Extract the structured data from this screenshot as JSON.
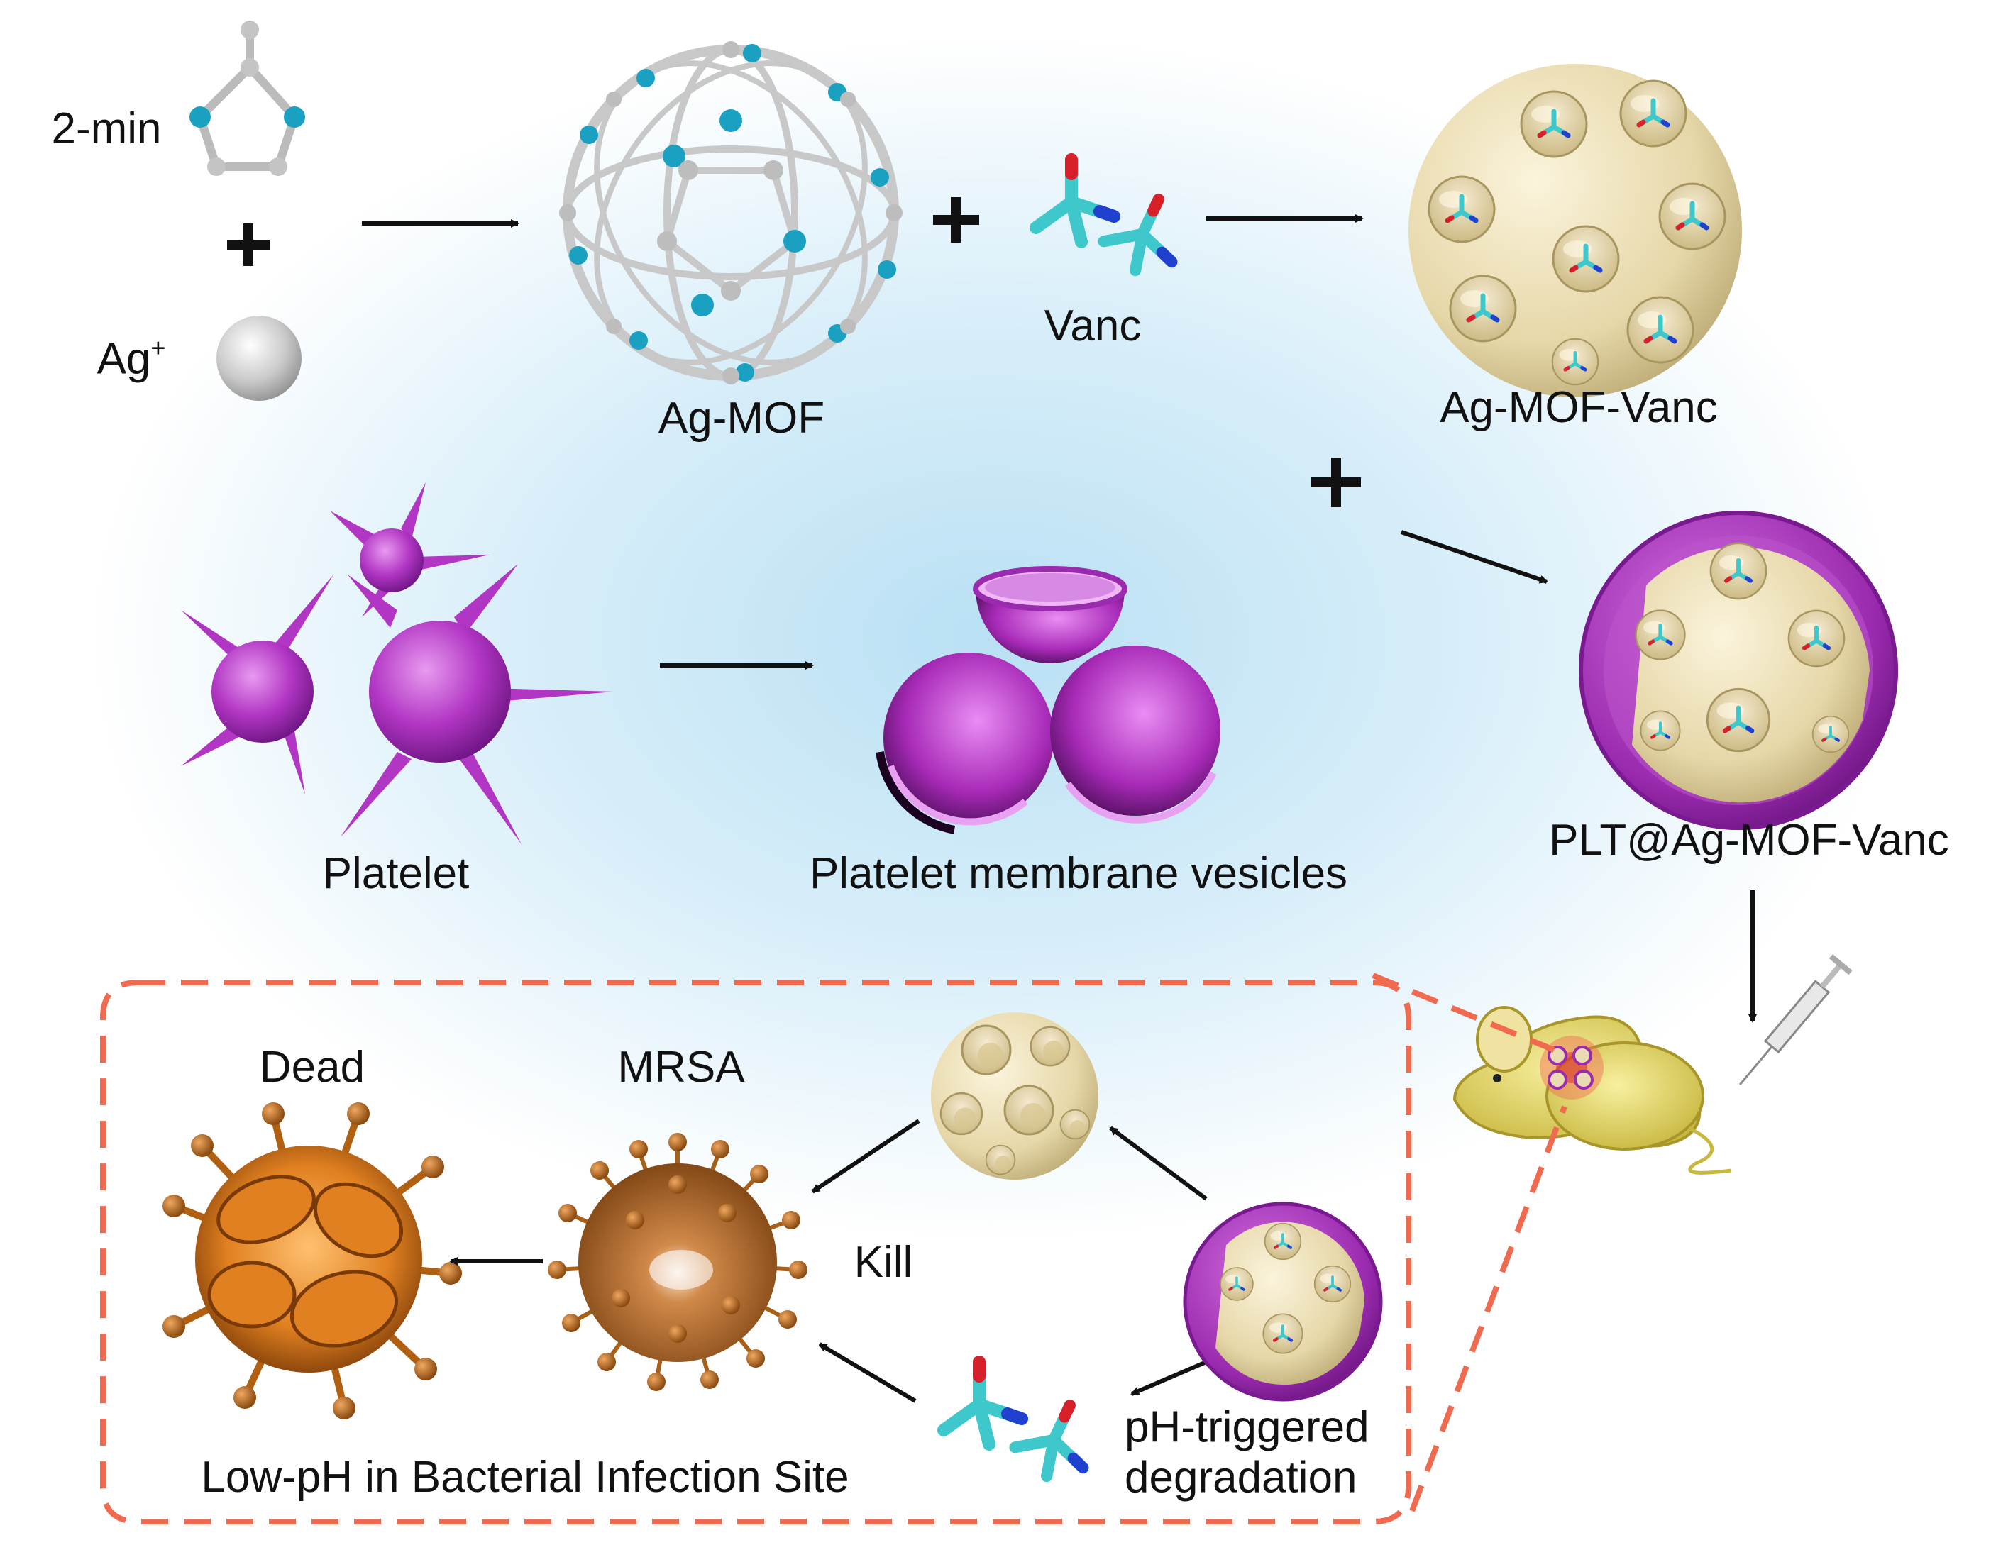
{
  "labels": {
    "linker": "2-min",
    "ag_ion": "Ag",
    "ag_ion_charge": "+",
    "ag_mof": "Ag-MOF",
    "vanc": "Vanc",
    "ag_mof_vanc": "Ag-MOF-Vanc",
    "platelet": "Platelet",
    "platelet_vesicles": "Platelet membrane vesicles",
    "plt_ag_mof_vanc": "PLT@Ag-MOF-Vanc",
    "dead": "Dead",
    "mrsa": "MRSA",
    "kill": "Kill",
    "ph_triggered_line1": "pH-triggered",
    "ph_triggered_line2": "degradation",
    "infection_site": "Low-pH in Bacterial Infection Site"
  },
  "symbols": {
    "plus": "+"
  },
  "colors": {
    "background_center": "#b9e0f4",
    "arrow": "#111111",
    "dashed_border": "#f06a50",
    "mof_node": "#1aa0c0",
    "mof_bond": "#c8c8c8",
    "mof_sphere": "#e9dcb2",
    "platelet": "#b236c4",
    "vanc_carbon": "#3fc8cc",
    "vanc_oxygen": "#d8202a",
    "vanc_nitrogen": "#2040d0",
    "mrsa": "#c8741e",
    "mouse": "#e8dc6e"
  },
  "icons": [
    "silver-ion-sphere-icon",
    "mouse-icon",
    "syringe-icon"
  ]
}
